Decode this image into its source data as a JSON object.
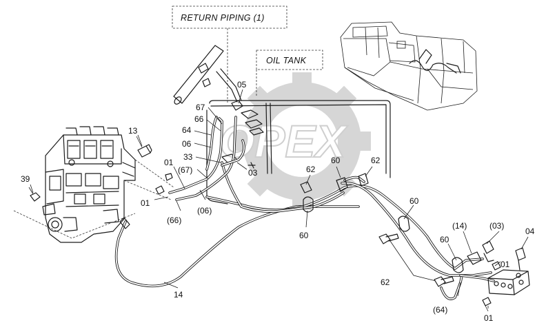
{
  "captions": {
    "return_piping": "RETURN PIPING (1)",
    "oil_tank": "OIL TANK"
  },
  "watermark": {
    "text": "OPEX"
  },
  "part_labels": {
    "l05": "05",
    "l67": "67",
    "l66": "66",
    "l64": "64",
    "l06": "06",
    "l33": "33",
    "l67p": "(67)",
    "l03": "03",
    "l13": "13",
    "l01a": "01",
    "l01b": "01",
    "l39": "39",
    "l66p": "(66)",
    "l06p": "(06)",
    "l62a": "62",
    "l60a": "60",
    "l62b": "62",
    "l60b": "60",
    "l60c": "60",
    "l60d": "60",
    "l14p": "(14)",
    "l03p": "(03)",
    "l04": "04",
    "l01c": "01",
    "l62c": "62",
    "l64p": "(64)",
    "l01d": "01",
    "l14": "14"
  }
}
